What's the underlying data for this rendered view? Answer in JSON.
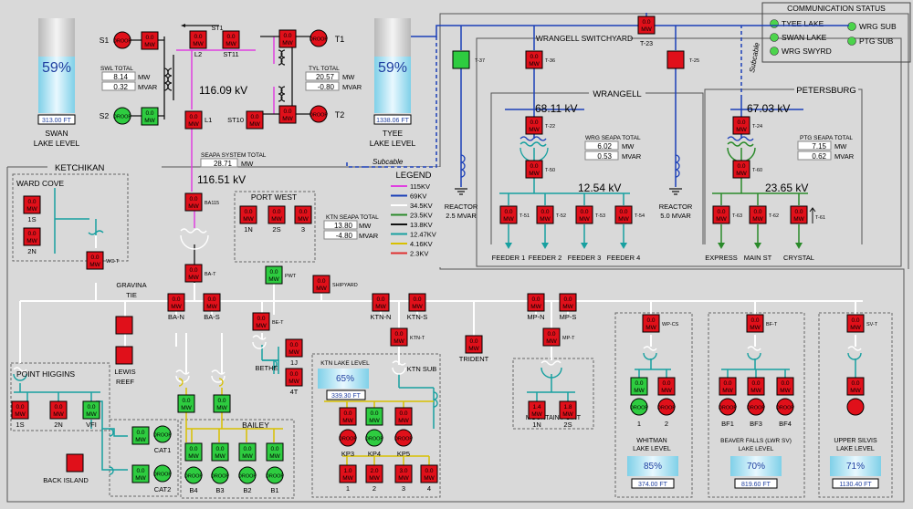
{
  "comm": {
    "title": "COMMUNICATION STATUS",
    "items": [
      "TYEE LAKE",
      "SWAN LAKE",
      "WRG SWYRD",
      "WRG SUB",
      "PTG SUB"
    ]
  },
  "swan": {
    "percent": "59%",
    "level_ft": "313.00 FT",
    "caption1": "SWAN",
    "caption2": "LAKE LEVEL",
    "s1": "S1",
    "s2": "S2",
    "total_label": "SWL TOTAL",
    "mw": "8.14",
    "mvar": "0.32",
    "l2": "L2",
    "l1": "L1",
    "st1": "ST1",
    "st11": "ST11",
    "st10": "ST10",
    "kv": "116.09 kV",
    "m1a": "0.0",
    "m1b": "0.0",
    "m2a": "0.0",
    "m2b": "0.0",
    "m3": "0.0",
    "m4": "0.0",
    "m5": "0.0",
    "m6": "0.0",
    "m7": "0.0",
    "m8": "0.0"
  },
  "tyee": {
    "percent": "59%",
    "level_ft": "1338.06 FT",
    "caption1": "TYEE",
    "caption2": "LAKE LEVEL",
    "total_label": "TYL TOTAL",
    "mw": "20.57",
    "mvar": "-0.80",
    "t1": "T1",
    "t2": "T2"
  },
  "units": {
    "mw": "MW",
    "mvar": "MVAR",
    "mw_small": "MW"
  },
  "seapa": {
    "label": "SEAPA SYSTEM TOTAL",
    "mw": "28.71"
  },
  "ketchikan": {
    "title": "KETCHIKAN",
    "kv": "116.51 kV",
    "ba115": "BA115",
    "bat": "BA-T",
    "ward_cove": "WARD COVE",
    "wc_1s": "1S",
    "wc_2n": "2N",
    "wct": "WC-T",
    "port_west": "PORT WEST",
    "pw_1n": "1N",
    "pw_2s": "2S",
    "pw_3": "3",
    "pwt": "PWT",
    "ktn_total_label": "KTN SEAPA TOTAL",
    "ktn_mw": "13.80",
    "ktn_mvar": "-4.80",
    "gravina1": "GRAVINA",
    "gravina2": "TIE",
    "shipyard": "SHIPYARD",
    "ban": "BA-N",
    "bas": "BA-S",
    "bet": "BE-T",
    "bethe": "BETHE",
    "b1j": "1J",
    "b4t": "4T",
    "lewis1": "LEWIS",
    "lewis2": "REEF",
    "ktnn": "KTN-N",
    "ktns": "KTN-S",
    "ktnt": "KTN-T",
    "trident": "TRIDENT",
    "mpn": "MP-N",
    "mps": "MP-S",
    "mpt": "MP-T",
    "point_higgins": "POINT HIGGINS",
    "ph_1s": "1S",
    "ph_2n": "2N",
    "ph_vfi": "VFI",
    "back_island": "BACK ISLAND",
    "cat1": "CAT1",
    "cat2": "CAT2",
    "bailey": "BAILEY",
    "b4": "B4",
    "b3": "B3",
    "b2": "B2",
    "b1": "B1",
    "ktn_lake_label": "KTN LAKE LEVEL",
    "ktn_lake_pct": "65%",
    "ktn_lake_ft": "339.30 FT",
    "ktn_sub": "KTN SUB",
    "kp3": "KP3",
    "kp4": "KP4",
    "kp5": "KP5",
    "k1": "1",
    "k2": "2",
    "k3": "3",
    "k4": "4",
    "mountain_point": "MOUNTAIN POINT",
    "mp_1n": "1N",
    "mp_2s": "2S",
    "whitman_1": "WHITMAN",
    "whitman_2": "LAKE LEVEL",
    "whitman_pct": "85%",
    "whitman_ft": "374.00 FT",
    "wpcs": "WP-CS",
    "w1": "1",
    "w2": "2",
    "beaver_1": "BEAVER FALLS (LWR SV)",
    "beaver_2": "LAKE LEVEL",
    "beaver_pct": "70%",
    "beaver_ft": "819.60 FT",
    "bft": "BF-T",
    "bf1": "BF1",
    "bf3": "BF3",
    "bf4": "BF4",
    "silvis_1": "UPPER SILVIS",
    "silvis_2": "LAKE LEVEL",
    "silvis_pct": "71%",
    "silvis_ft": "1130.40 FT",
    "svt": "SV-T",
    "dropout": "DROOP",
    "m0": "0.0",
    "m1": "1.0",
    "m2": "2.0",
    "m3": "3.0",
    "m14": "1.4",
    "m18": "1.8"
  },
  "legend": {
    "title": "LEGEND",
    "items": [
      {
        "label": "115KV",
        "color": "#e040e0"
      },
      {
        "label": "69KV",
        "color": "#1a3fb8"
      },
      {
        "label": "34.5KV",
        "color": "#ffffff"
      },
      {
        "label": "23.5KV",
        "color": "#2a8a2a"
      },
      {
        "label": "13.8KV",
        "color": "#111111"
      },
      {
        "label": "12.47KV",
        "color": "#17a0a0"
      },
      {
        "label": "4.16KV",
        "color": "#d8c000"
      },
      {
        "label": "2.3KV",
        "color": "#e03030"
      }
    ]
  },
  "wrangell": {
    "switchyard": "WRANGELL SWITCHYARD",
    "title": "WRANGELL",
    "kv": "68.11 kV",
    "kv2": "12.54 kV",
    "t37": "T-37",
    "t36": "T-36",
    "t23": "T-23",
    "t25": "T-25",
    "t22": "T-22",
    "t50": "T-50",
    "t51": "T-51",
    "t52": "T-52",
    "t53": "T-53",
    "t54": "T-54",
    "reactor1a": "REACTOR",
    "reactor1b": "2.5 MVAR",
    "reactor2a": "REACTOR",
    "reactor2b": "5.0 MVAR",
    "subcable": "Subcable",
    "seapa_label": "WRG SEAPA TOTAL",
    "mw": "6.02",
    "mvar": "0.53",
    "feeders": [
      "FEEDER 1",
      "FEEDER 2",
      "FEEDER 3",
      "FEEDER 4"
    ]
  },
  "petersburg": {
    "title": "PETERSBURG",
    "kv": "67.03 kV",
    "kv2": "23.65 kV",
    "t24": "T-24",
    "t60": "T-60",
    "t63": "T-63",
    "t62": "T-62",
    "t61": "T-61",
    "seapa_label": "PTG SEAPA TOTAL",
    "mw": "7.15",
    "mvar": "0.62",
    "feeders": [
      "EXPRESS",
      "MAIN ST",
      "CRYSTAL"
    ]
  }
}
